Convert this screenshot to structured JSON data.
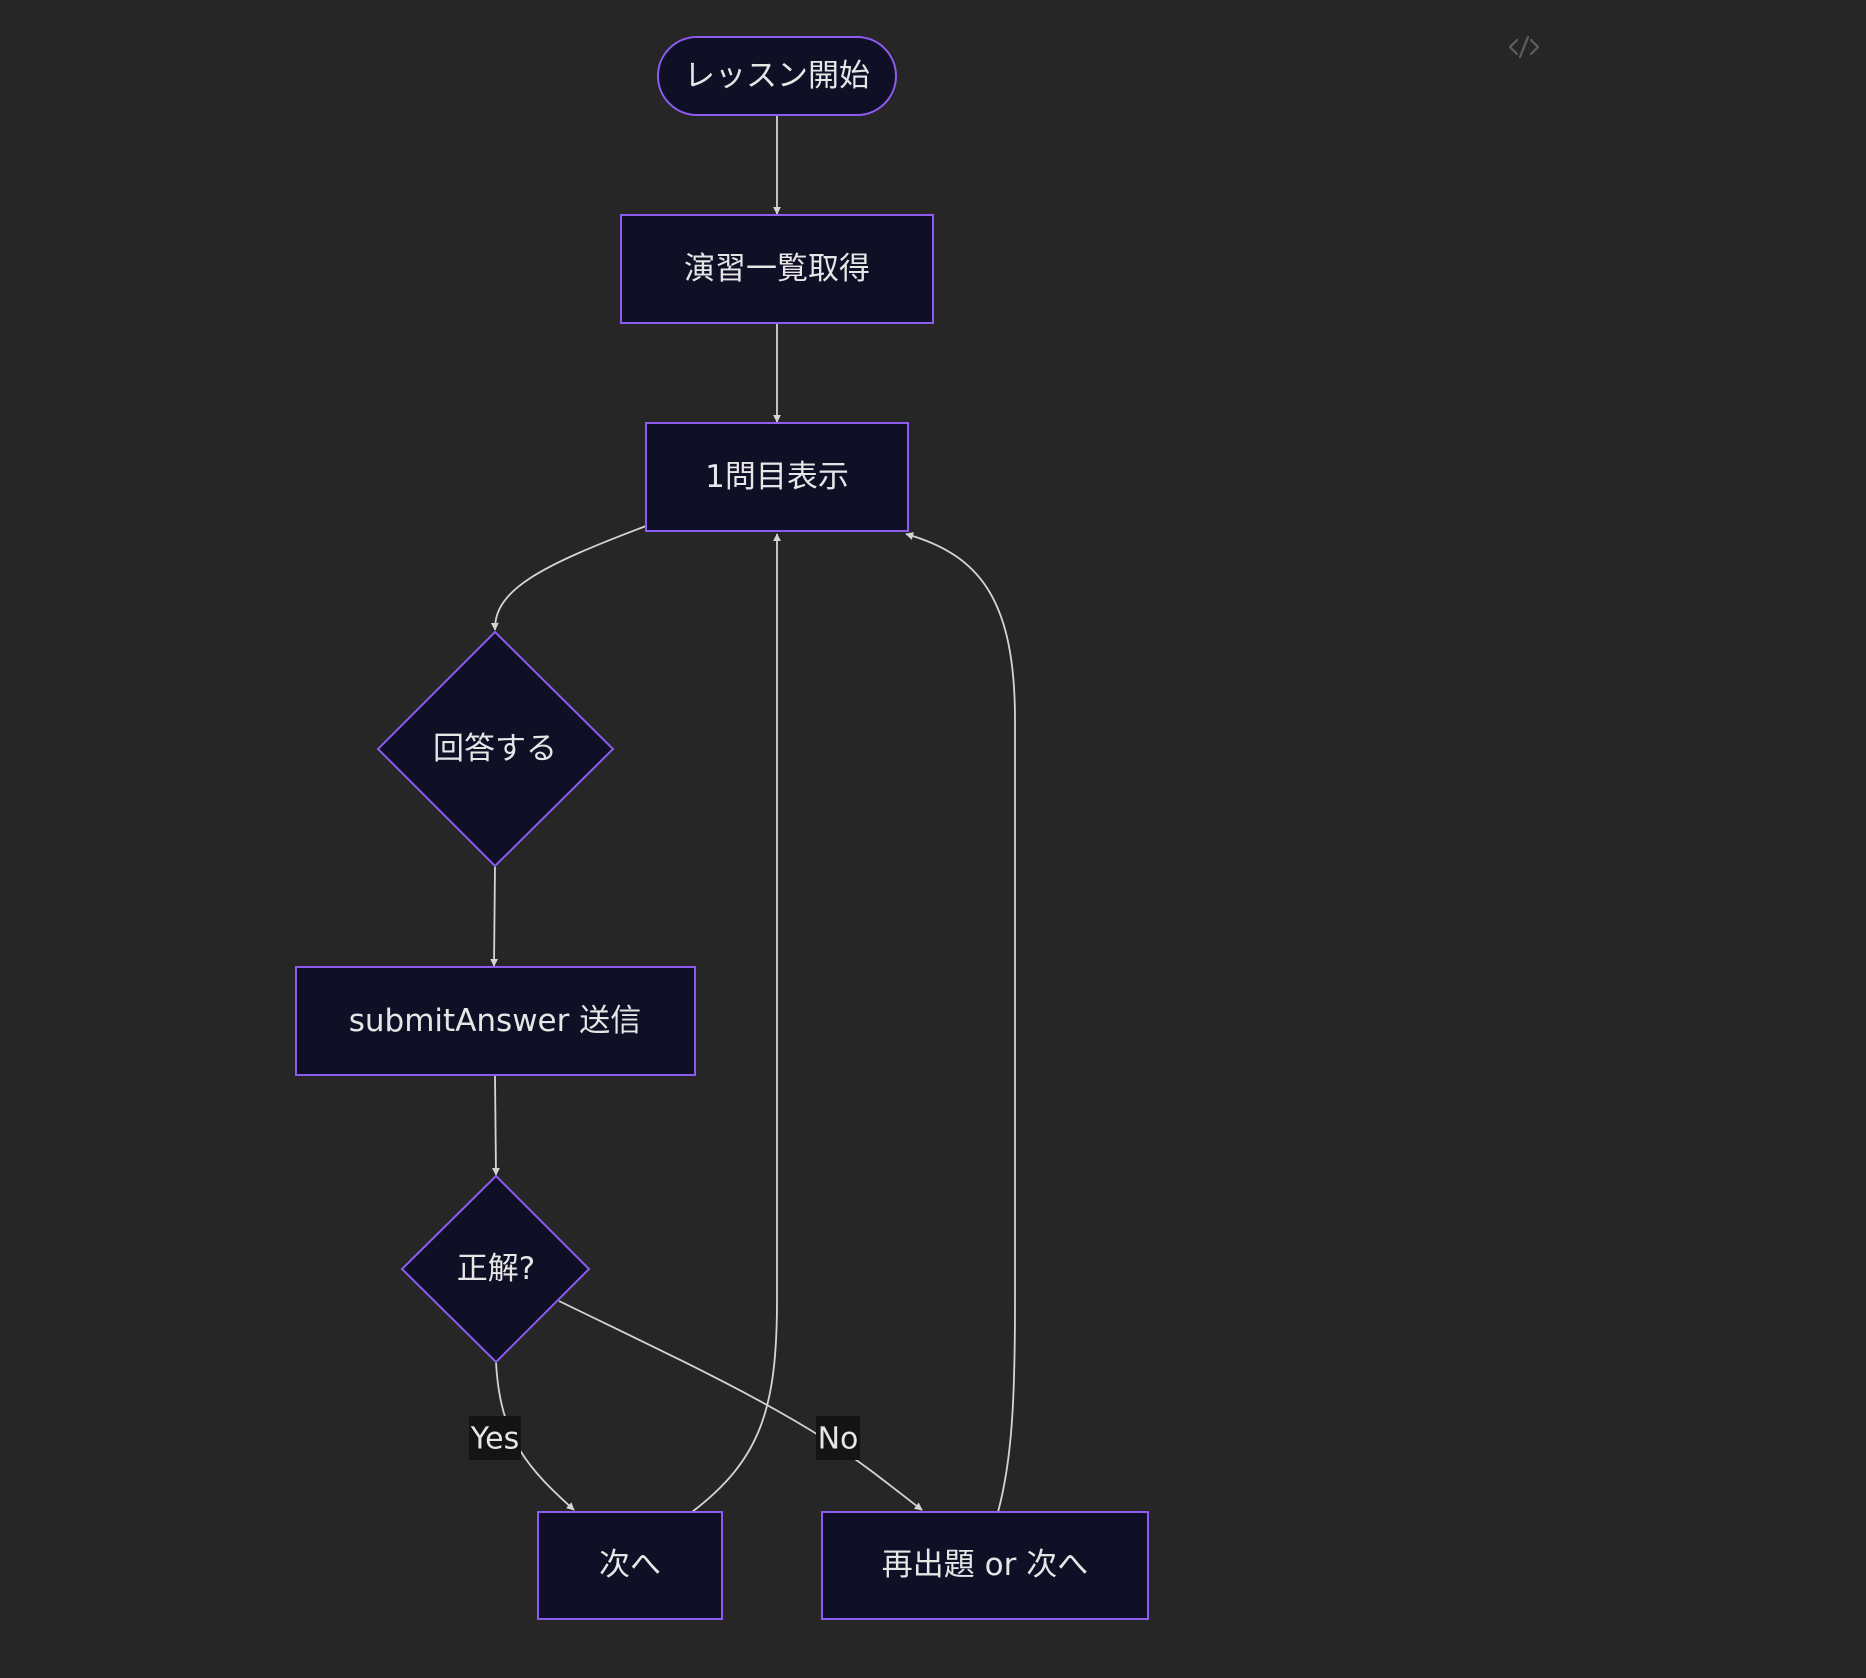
{
  "diagram": {
    "nodes": {
      "start": "レッスン開始",
      "fetch": "演習一覧取得",
      "show_first": "1問目表示",
      "answer": "回答する",
      "submit": "submitAnswer 送信",
      "correct": "正解?",
      "next": "次へ",
      "retry": "再出題 or 次へ"
    },
    "edge_labels": {
      "yes": "Yes",
      "no": "No"
    }
  },
  "toolbar": {
    "view_source_icon": "code-icon"
  },
  "colors": {
    "background": "#262626",
    "node_fill": "#0f0f26",
    "node_border": "#8c5cf0",
    "edge": "#d4d4d4",
    "text": "#e6e6e6"
  }
}
